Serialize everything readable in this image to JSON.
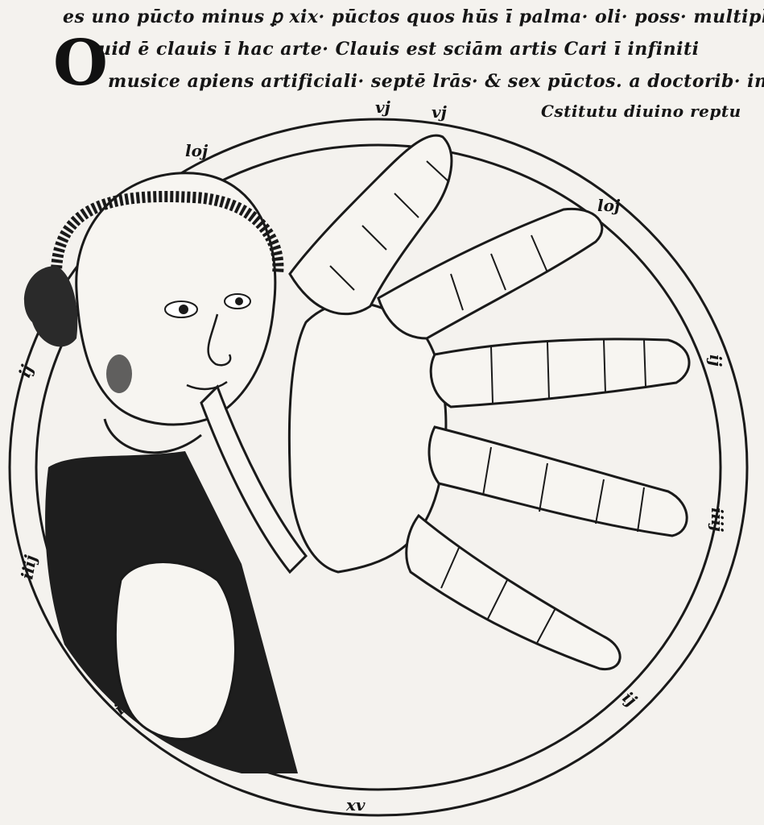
{
  "header_text": {
    "line1": "es uno pūcto minus ꝑ xix· pūctos quos hūs ī palma· oli· poss· multipli",
    "initial": "O",
    "line2": "uid ē clauis ī hac arte· Clauis est sciām artis  Cari ī infiniti",
    "line3": "musice apiens artificiali· septē lrās· & sex pūctos. a doctorib· inist·",
    "line4": "Cstitutu diuino reptu"
  },
  "ring_marks": [
    "vj",
    "vj",
    "loj",
    "loj",
    "ij",
    "ij",
    "iiij",
    "iiij",
    "iij",
    "ij",
    "xv"
  ],
  "colors": {
    "ink": "#151515",
    "paper": "#f4f2ee",
    "robe": "#1e1e1e"
  }
}
